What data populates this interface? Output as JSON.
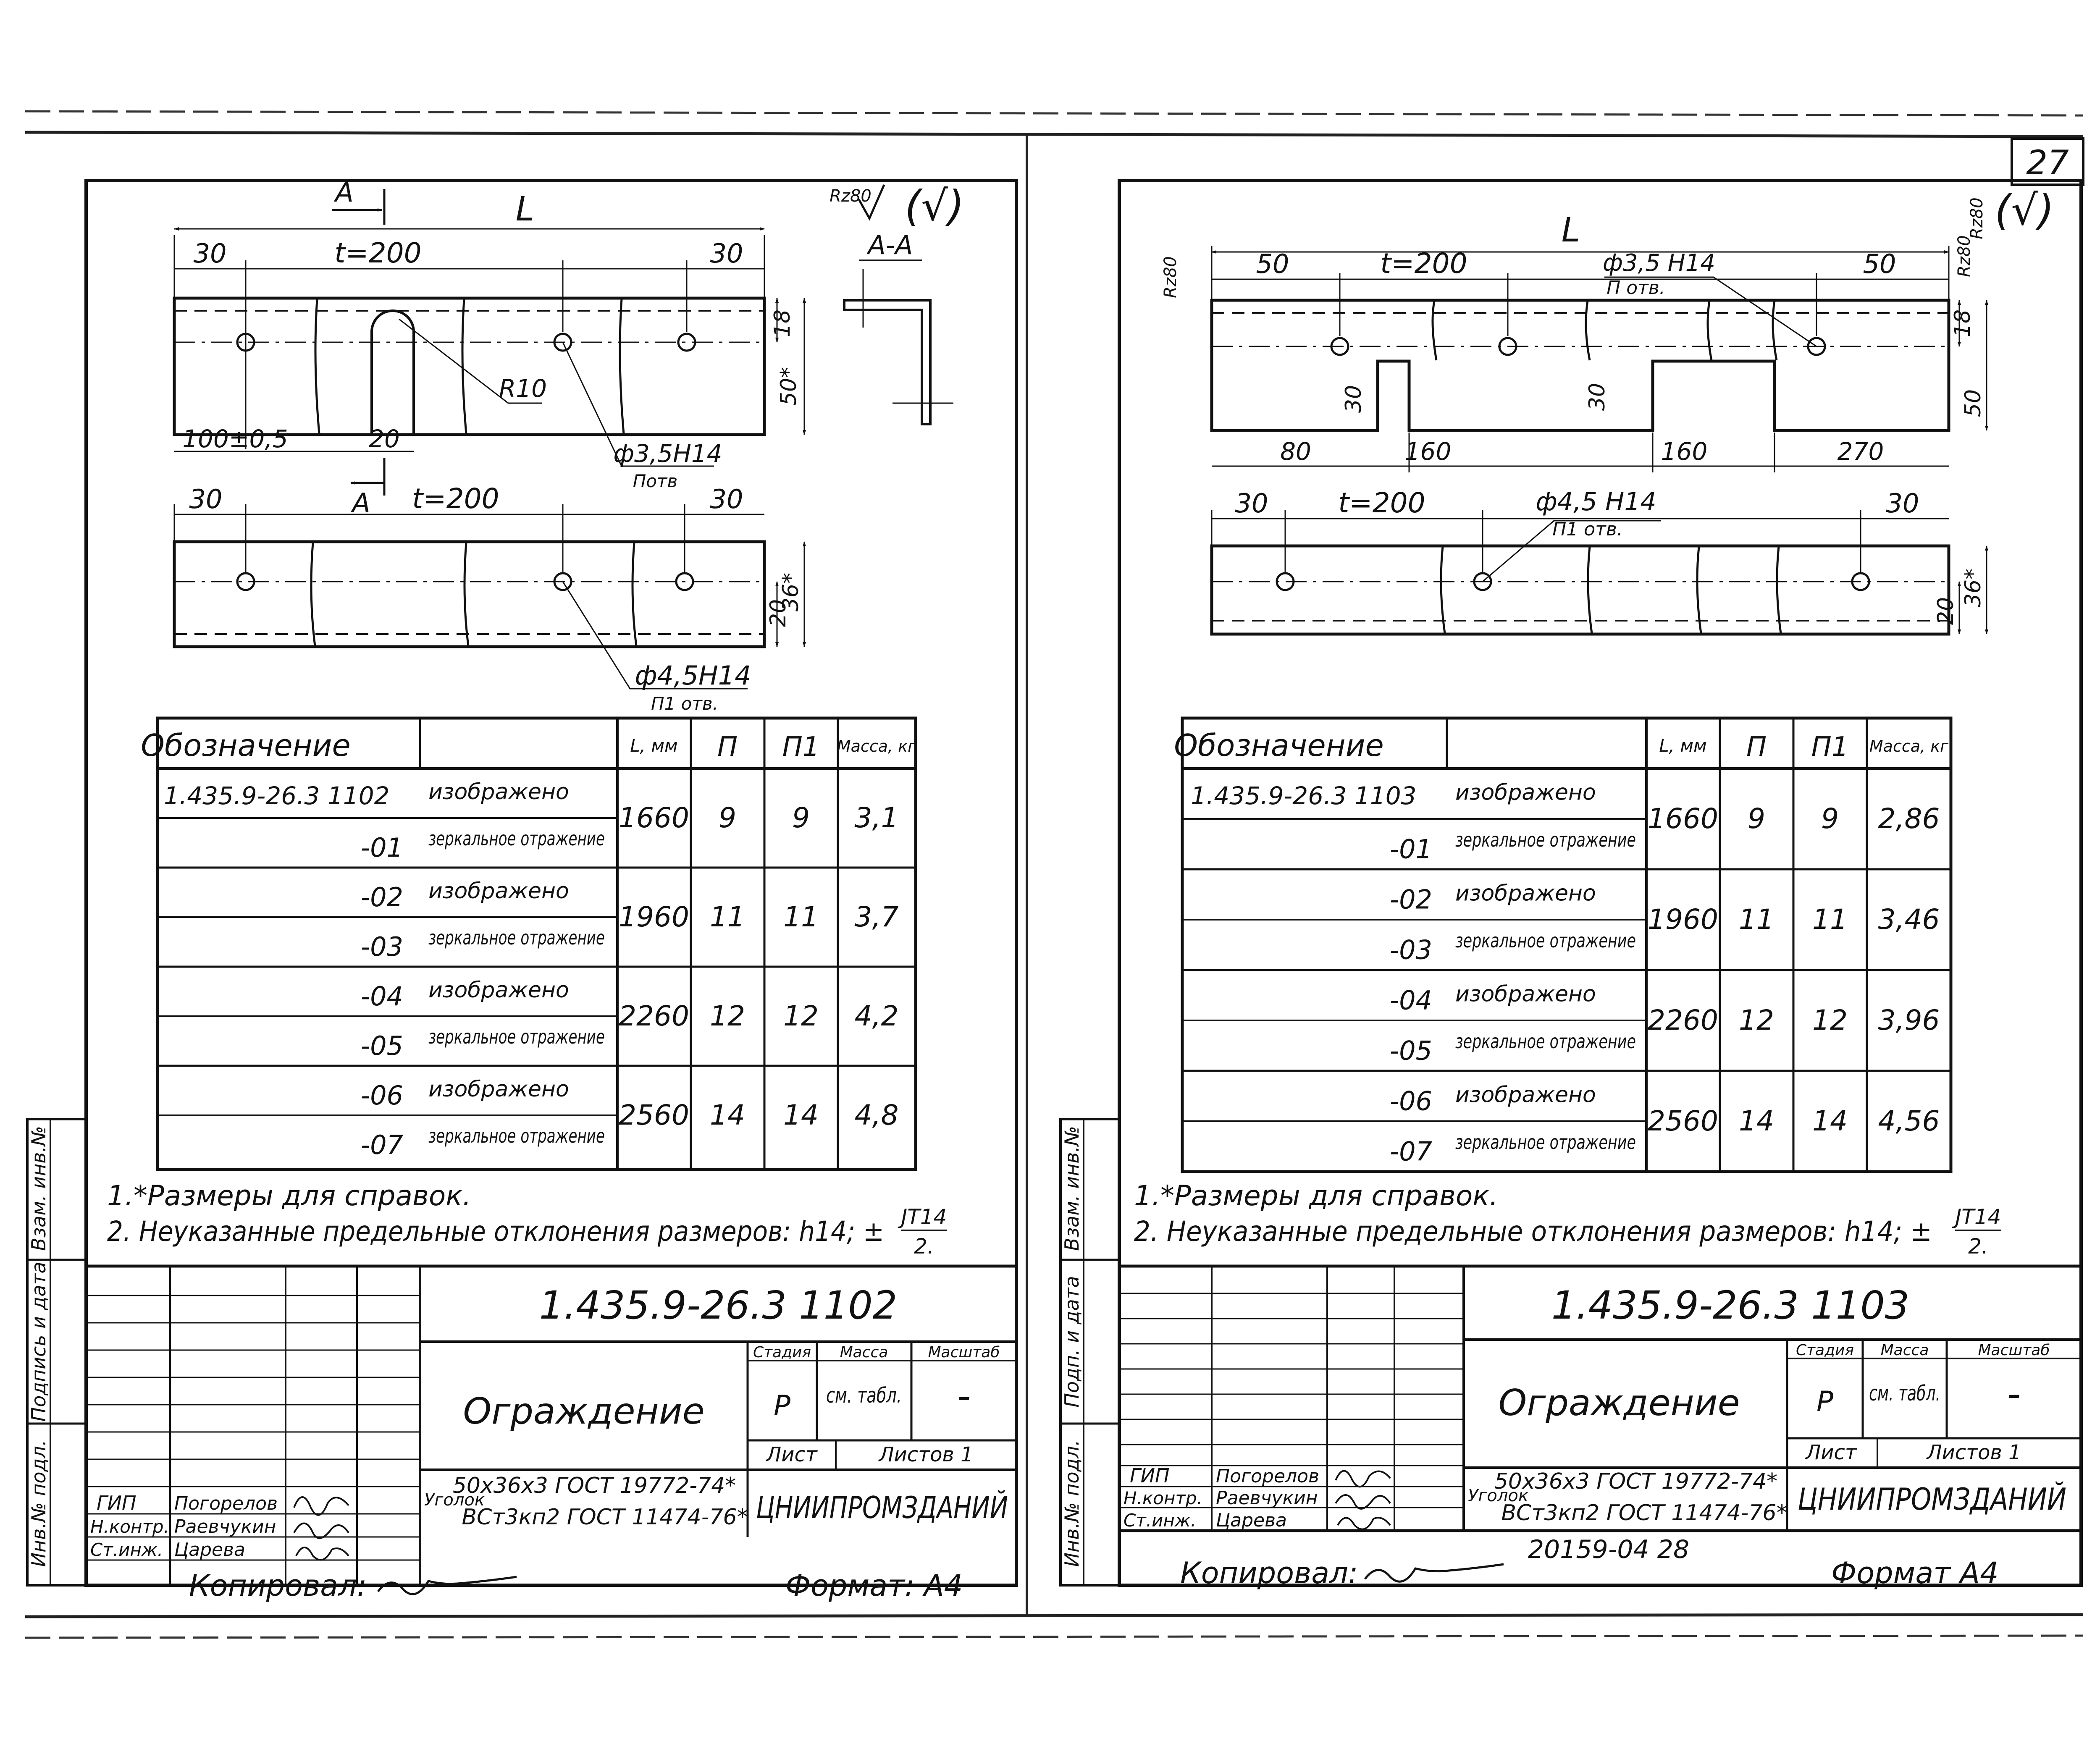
{
  "page_number": "27",
  "sheets": [
    {
      "id": "left",
      "drawing": {
        "dim_L": "L",
        "dim_30_left": "30",
        "dim_pitch": "t=200",
        "dim_30_right": "30",
        "roughness": "Rz80",
        "roughness_check": "(√)",
        "section_mark": "A",
        "section_title": "A-A",
        "dim_18": "18",
        "dim_50": "50*",
        "dim_R10": "R10",
        "dim_100": "100±0,5",
        "dim_20": "20",
        "hole_top": "ф3,5H14",
        "hole_top_note": "Потв",
        "dim_30_b_left": "30",
        "dim_pitch_b": "t=200",
        "dim_30_b_right": "30",
        "dim_20_b": "20",
        "dim_36_b": "36*",
        "hole_bottom": "ф4,5H14",
        "hole_bottom_note": "П1 отв."
      },
      "table": {
        "headers": [
          "Обозначение",
          "",
          "L, мм",
          "П",
          "П1",
          "Масса, кг"
        ],
        "base_designation": "1.435.9-26.3 1102",
        "rows": [
          {
            "code": "",
            "desc": "изображено"
          },
          {
            "code": "-01",
            "desc": "зеркальное отражение"
          },
          {
            "code": "-02",
            "desc": "изображено"
          },
          {
            "code": "-03",
            "desc": "зеркальное отражение"
          },
          {
            "code": "-04",
            "desc": "изображено"
          },
          {
            "code": "-05",
            "desc": "зеркальное отражение"
          },
          {
            "code": "-06",
            "desc": "изображено"
          },
          {
            "code": "-07",
            "desc": "зеркальное отражение"
          }
        ],
        "groups": [
          {
            "L": "1660",
            "n": "9",
            "n1": "9",
            "mass": "3,1"
          },
          {
            "L": "1960",
            "n": "11",
            "n1": "11",
            "mass": "3,7"
          },
          {
            "L": "2260",
            "n": "12",
            "n1": "12",
            "mass": "4,2"
          },
          {
            "L": "2560",
            "n": "14",
            "n1": "14",
            "mass": "4,8"
          }
        ]
      },
      "notes": {
        "note1": "1.*Размеры для справок.",
        "note2": "2. Неуказанные предельные отклонения размеров: h14; ±",
        "frac_num": "JT14",
        "frac_den": "2."
      },
      "side_stamp": [
        "Взам. инв.№",
        "Подпись и дата",
        "Инв.№ подл."
      ],
      "title_block": {
        "designation": "1.435.9-26.3 1102",
        "name": "Ограждение",
        "stage_hdr": "Стадия",
        "mass_hdr": "Масса",
        "scale_hdr": "Масштаб",
        "stage": "Р",
        "mass": "см. табл.",
        "scale": "-",
        "sheet": "Лист",
        "sheets": "Листов 1",
        "material_label": "Уголок",
        "material_line1": "50х36х3 ГОСТ 19772-74*",
        "material_line2": "ВСт3кп2 ГОСТ 11474-76*",
        "org": "ЦНИИПРОМЗДАНИЙ",
        "staff": [
          {
            "role": "ГИП",
            "name": "Погорелов"
          },
          {
            "role": "Н.контр.",
            "name": "Раевчукин"
          },
          {
            "role": "Ст.инж.",
            "name": "Царева"
          }
        ]
      },
      "copied": "Копировал:",
      "format": "Формат: А4"
    },
    {
      "id": "right",
      "drawing": {
        "dim_L": "L",
        "dim_50_left": "50",
        "dim_pitch": "t=200",
        "hole_top": "ф3,5 H14",
        "hole_top_note": "П отв.",
        "dim_50_right": "50",
        "roughness": "Rz80",
        "roughness_check": "(√)",
        "dim_18": "18",
        "dim_50": "50",
        "dim_30a": "30",
        "dim_30b": "30",
        "dim_80": "80",
        "dim_160a": "160",
        "dim_160b": "160",
        "dim_270": "270",
        "dim_30_b_left": "30",
        "dim_pitch_b": "t=200",
        "hole_bottom": "ф4,5 H14",
        "hole_bottom_note": "П1 отв.",
        "dim_30_b_right": "30",
        "dim_20_b": "20",
        "dim_36_b": "36*"
      },
      "table": {
        "headers": [
          "Обозначение",
          "",
          "L, мм",
          "П",
          "П1",
          "Масса, кг"
        ],
        "base_designation": "1.435.9-26.3 1103",
        "rows": [
          {
            "code": "",
            "desc": "изображено"
          },
          {
            "code": "-01",
            "desc": "зеркальное отражение"
          },
          {
            "code": "-02",
            "desc": "изображено"
          },
          {
            "code": "-03",
            "desc": "зеркальное отражение"
          },
          {
            "code": "-04",
            "desc": "изображено"
          },
          {
            "code": "-05",
            "desc": "зеркальное отражение"
          },
          {
            "code": "-06",
            "desc": "изображено"
          },
          {
            "code": "-07",
            "desc": "зеркальное отражение"
          }
        ],
        "groups": [
          {
            "L": "1660",
            "n": "9",
            "n1": "9",
            "mass": "2,86"
          },
          {
            "L": "1960",
            "n": "11",
            "n1": "11",
            "mass": "3,46"
          },
          {
            "L": "2260",
            "n": "12",
            "n1": "12",
            "mass": "3,96"
          },
          {
            "L": "2560",
            "n": "14",
            "n1": "14",
            "mass": "4,56"
          }
        ]
      },
      "notes": {
        "note1": "1.*Размеры для справок.",
        "note2": "2. Неуказанные предельные отклонения размеров: h14; ±",
        "frac_num": "JT14",
        "frac_den": "2."
      },
      "side_stamp": [
        "Взам. инв.№",
        "Подп. и дата",
        "Инв.№ подл."
      ],
      "title_block": {
        "designation": "1.435.9-26.3 1103",
        "name": "Ограждение",
        "stage_hdr": "Стадия",
        "mass_hdr": "Масса",
        "scale_hdr": "Масштаб",
        "stage": "Р",
        "mass": "см. табл.",
        "scale": "-",
        "sheet": "Лист",
        "sheets": "Листов 1",
        "material_label": "Уголок",
        "material_line1": "50х36х3 ГОСТ 19772-74*",
        "material_line2": "ВСт3кп2 ГОСТ 11474-76*",
        "org": "ЦНИИПРОМЗДАНИЙ",
        "staff": [
          {
            "role": "ГИП",
            "name": "Погорелов"
          },
          {
            "role": "Н.контр.",
            "name": "Раевчукин"
          },
          {
            "role": "Ст.инж.",
            "name": "Царева"
          }
        ]
      },
      "copied": "Копировал:",
      "format": "Формат А4"
    }
  ],
  "footer_number": "20159-04 28"
}
